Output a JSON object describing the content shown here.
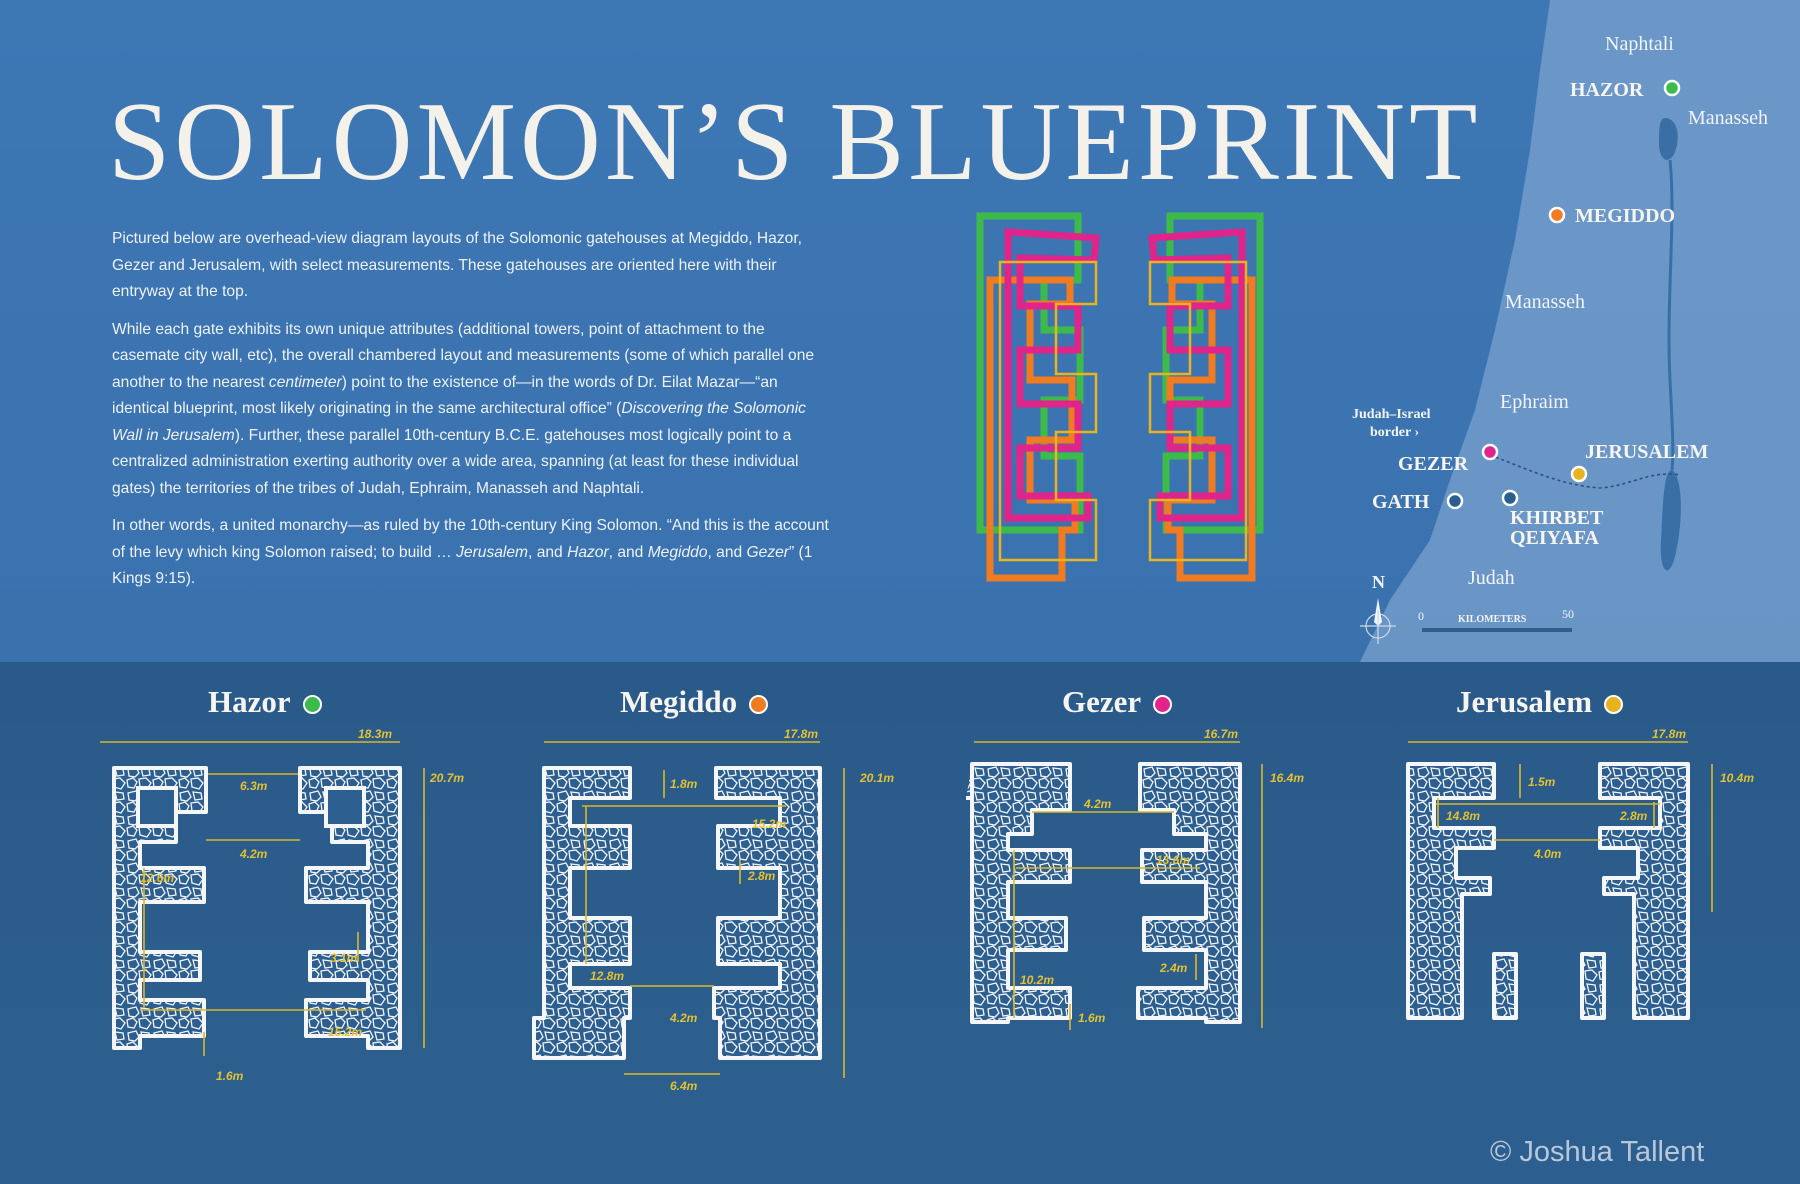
{
  "title": "SOLOMON’S BLUEPRINT",
  "intro": {
    "p1": "Pictured below are overhead-view diagram layouts of the Solomonic gatehouses at Megiddo, Hazor, Gezer and Jerusalem, with select measurements. These gatehouses are oriented here with their entryway at the top.",
    "p2_a": "While each gate exhibits its own unique attributes (additional towers, point of attachment to the casemate city wall, etc), the overall chambered layout and measurements (some of which parallel one another to the nearest ",
    "p2_em1": "centimeter",
    "p2_b": ") point to the existence of—in the words of Dr. Eilat Mazar—“an identical blueprint, most likely originating in the same architectural office” (",
    "p2_em2": "Discovering the Solomonic Wall in Jerusalem",
    "p2_c": "). Further, these parallel 10th-century B.C.E. gatehouses most logically point to a centralized administration exerting authority over a wide area, spanning (at least for these individual gates) the territories of the tribes of Judah, Ephraim, Manasseh and Naphtali.",
    "p3_a": "In other words, a united monarchy—as ruled by the 10th-century King Solomon. “And this is the account of the levy which king Solomon raised; to build … ",
    "p3_em1": "Jerusalem",
    "p3_b": ", and ",
    "p3_em2": "Hazor",
    "p3_c": ", and ",
    "p3_em3": "Megiddo",
    "p3_d": ", and ",
    "p3_em4": "Gezer",
    "p3_e": "” (1 Kings 9:15)."
  },
  "colors": {
    "hazor": "#3dbb4a",
    "megiddo": "#f07b20",
    "gezer": "#e0248a",
    "jerusalem": "#e8b31f",
    "dimension": "#e3c232"
  },
  "map": {
    "regions": [
      "Naphtali",
      "Manasseh",
      "Manasseh",
      "Ephraim",
      "Judah"
    ],
    "sites": {
      "hazor": "HAZOR",
      "megiddo": "MEGIDDO",
      "gezer": "GEZER",
      "jerusalem": "JERUSALEM",
      "gath": "GATH",
      "khirbet_qeiyafa_1": "KHIRBET",
      "khirbet_qeiyafa_2": "QEIYAFA"
    },
    "border_label_1": "Judah–Israel",
    "border_label_2": "border ›",
    "north": "N",
    "scale_start": "0",
    "scale_label": "KILOMETERS",
    "scale_end": "50"
  },
  "gates": {
    "hazor": {
      "name": "Hazor",
      "dims": [
        "18.3m",
        "20.7m",
        "6.3m",
        "4.2m",
        "12.6m",
        "3.1m",
        "15.2m",
        "1.6m"
      ]
    },
    "megiddo": {
      "name": "Megiddo",
      "dims": [
        "17.8m",
        "20.1m",
        "1.8m",
        "15.2m",
        "2.8m",
        "12.8m",
        "4.2m",
        "6.4m"
      ]
    },
    "gezer": {
      "name": "Gezer",
      "dims": [
        "16.7m",
        "16.4m",
        "4.2m",
        "13.6m",
        "10.2m",
        "2.4m",
        "1.6m"
      ]
    },
    "jerusalem": {
      "name": "Jerusalem",
      "dims": [
        "17.8m",
        "10.4m",
        "1.5m",
        "14.8m",
        "2.8m",
        "4.0m"
      ]
    }
  },
  "credit": "© Joshua Tallent"
}
